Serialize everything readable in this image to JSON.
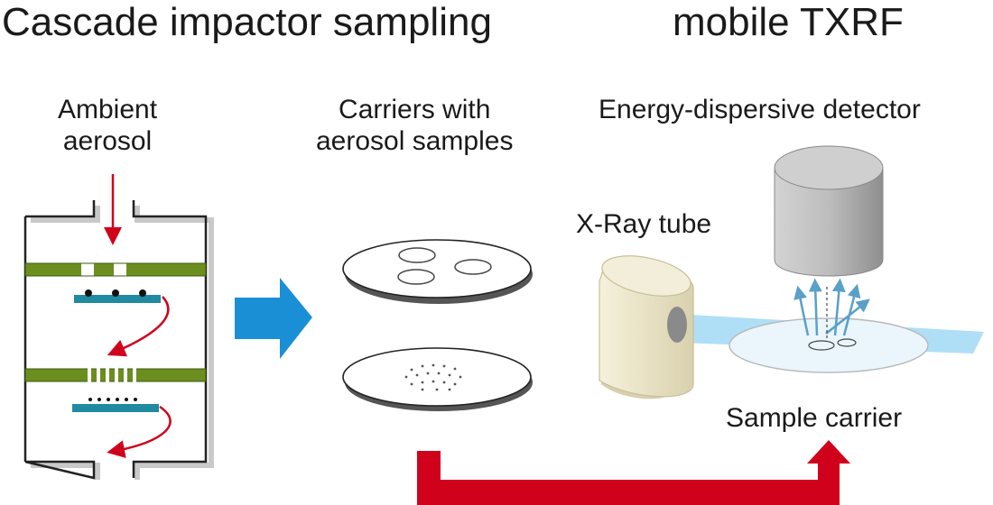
{
  "titles": {
    "left": "Cascade impactor sampling",
    "right": "mobile TXRF"
  },
  "labels": {
    "ambient_line1": "Ambient",
    "ambient_line2": "aerosol",
    "carriers_line1": "Carriers with",
    "carriers_line2": "aerosol samples",
    "detector": "Energy-dispersive detector",
    "xray_tube": "X-Ray tube",
    "sample_carrier": "Sample carrier"
  },
  "colors": {
    "impactor_plate": "#6b8e1f",
    "collection_plate": "#1f8aa0",
    "flow_arrow": "#d0021b",
    "transfer_arrow": "#d0021b",
    "process_arrow": "#1a8fd6",
    "xray_beam": "#a6dcf5",
    "tube_body": "#ece6c9",
    "detector_body": "#b7b7b7"
  },
  "icons": {
    "process_arrow": "right-arrow-icon",
    "transfer_arrow": "return-arrow-icon"
  }
}
